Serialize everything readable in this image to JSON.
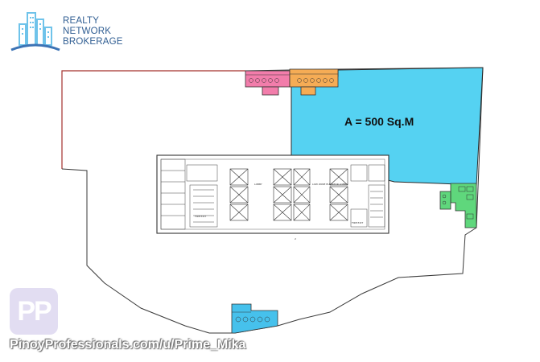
{
  "brand": {
    "line1": "Realty",
    "line2": "Network",
    "line3": "Brokerage",
    "color": "#2f5d92",
    "icon": "city-skyline-icon"
  },
  "plan": {
    "area_label": "A = 500 Sq.M",
    "colors": {
      "outline_red": "#a4302c",
      "outline_gray": "#3a3a3a",
      "area_blue": "#55d2f2",
      "pink": "#f27dab",
      "orange": "#f5ac55",
      "green": "#5fd77c",
      "cyan_bottom": "#46c1ec"
    },
    "core_labels": {
      "left_stair": "FIRE EXIT",
      "right_stair": "FIRE EXIT",
      "lobby_left": "LOBBY",
      "lobby_right": "LOW ZONE ELEVATOR LOBBY",
      "core_marker": "2"
    }
  },
  "watermark": {
    "badge": "PP",
    "url": "PinoyProfessionals.com/u/Prime_Mika"
  }
}
